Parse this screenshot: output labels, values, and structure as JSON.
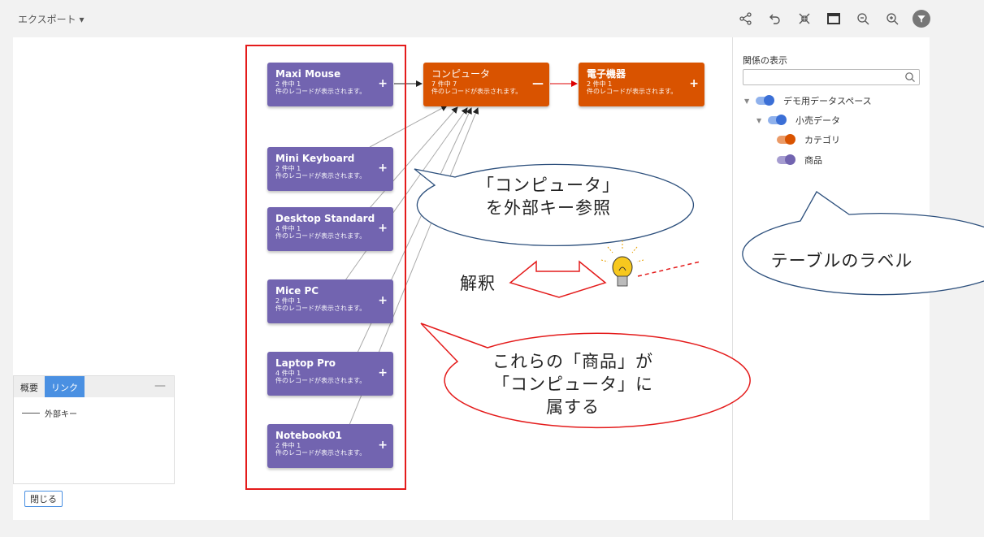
{
  "header": {
    "export_label": "エクスポート ▾"
  },
  "toolbar": {
    "icons": [
      "share-icon",
      "undo-icon",
      "collapse-icon",
      "fullscreen-icon",
      "zoom-out-icon",
      "zoom-in-icon",
      "filter-icon"
    ]
  },
  "sidebar": {
    "title": "関係の表示",
    "search_placeholder": "",
    "tree": [
      {
        "label": "デモ用データスペース",
        "color": "#3b6fd6"
      },
      {
        "label": "小売データ",
        "color": "#3b6fd6"
      },
      {
        "label": "カテゴリ",
        "color": "#d95300"
      },
      {
        "label": "商品",
        "color": "#7264b0"
      }
    ]
  },
  "nodes": {
    "maxi_mouse": {
      "title": "Maxi Mouse",
      "sub1": "2 件中 1",
      "sub2": "件のレコードが表示されます。",
      "sign": "+"
    },
    "computer": {
      "title": "コンピュータ",
      "sub1": "7 件中 7",
      "sub2": "件のレコードが表示されます。",
      "sign": "—"
    },
    "electronics": {
      "title": "電子機器",
      "sub1": "2 件中 1",
      "sub2": "件のレコードが表示されます。",
      "sign": "+"
    },
    "mini_keyboard": {
      "title": "Mini Keyboard",
      "sub1": "2 件中 1",
      "sub2": "件のレコードが表示されます。",
      "sign": "+"
    },
    "desktop_standard": {
      "title": "Desktop Standard",
      "sub1": "4 件中 1",
      "sub2": "件のレコードが表示されます。",
      "sign": "+"
    },
    "mice_pc": {
      "title": "Mice PC",
      "sub1": "2 件中 1",
      "sub2": "件のレコードが表示されます。",
      "sign": "+"
    },
    "laptop_pro": {
      "title": "Laptop Pro",
      "sub1": "4 件中 1",
      "sub2": "件のレコードが表示されます。",
      "sign": "+"
    },
    "notebook01": {
      "title": "Notebook01",
      "sub1": "2 件中 1",
      "sub2": "件のレコードが表示されます。",
      "sign": "+"
    }
  },
  "legend": {
    "tab_summary": "概要",
    "tab_link": "リンク",
    "minimize": "—",
    "item": "外部キー"
  },
  "close_label": "閉じる",
  "annotations": {
    "bubble_fk_line1": "「コンピュータ」",
    "bubble_fk_line2": "を外部キー参照",
    "interpret": "解釈",
    "table_label": "テーブルのラベル",
    "bubble_belong_line1": "これらの「商品」が",
    "bubble_belong_line2": "「コンピュータ」に",
    "bubble_belong_line3": "属する"
  },
  "colors": {
    "product": "#7264b0",
    "category": "#d95300",
    "highlight": "#e41b1b"
  }
}
